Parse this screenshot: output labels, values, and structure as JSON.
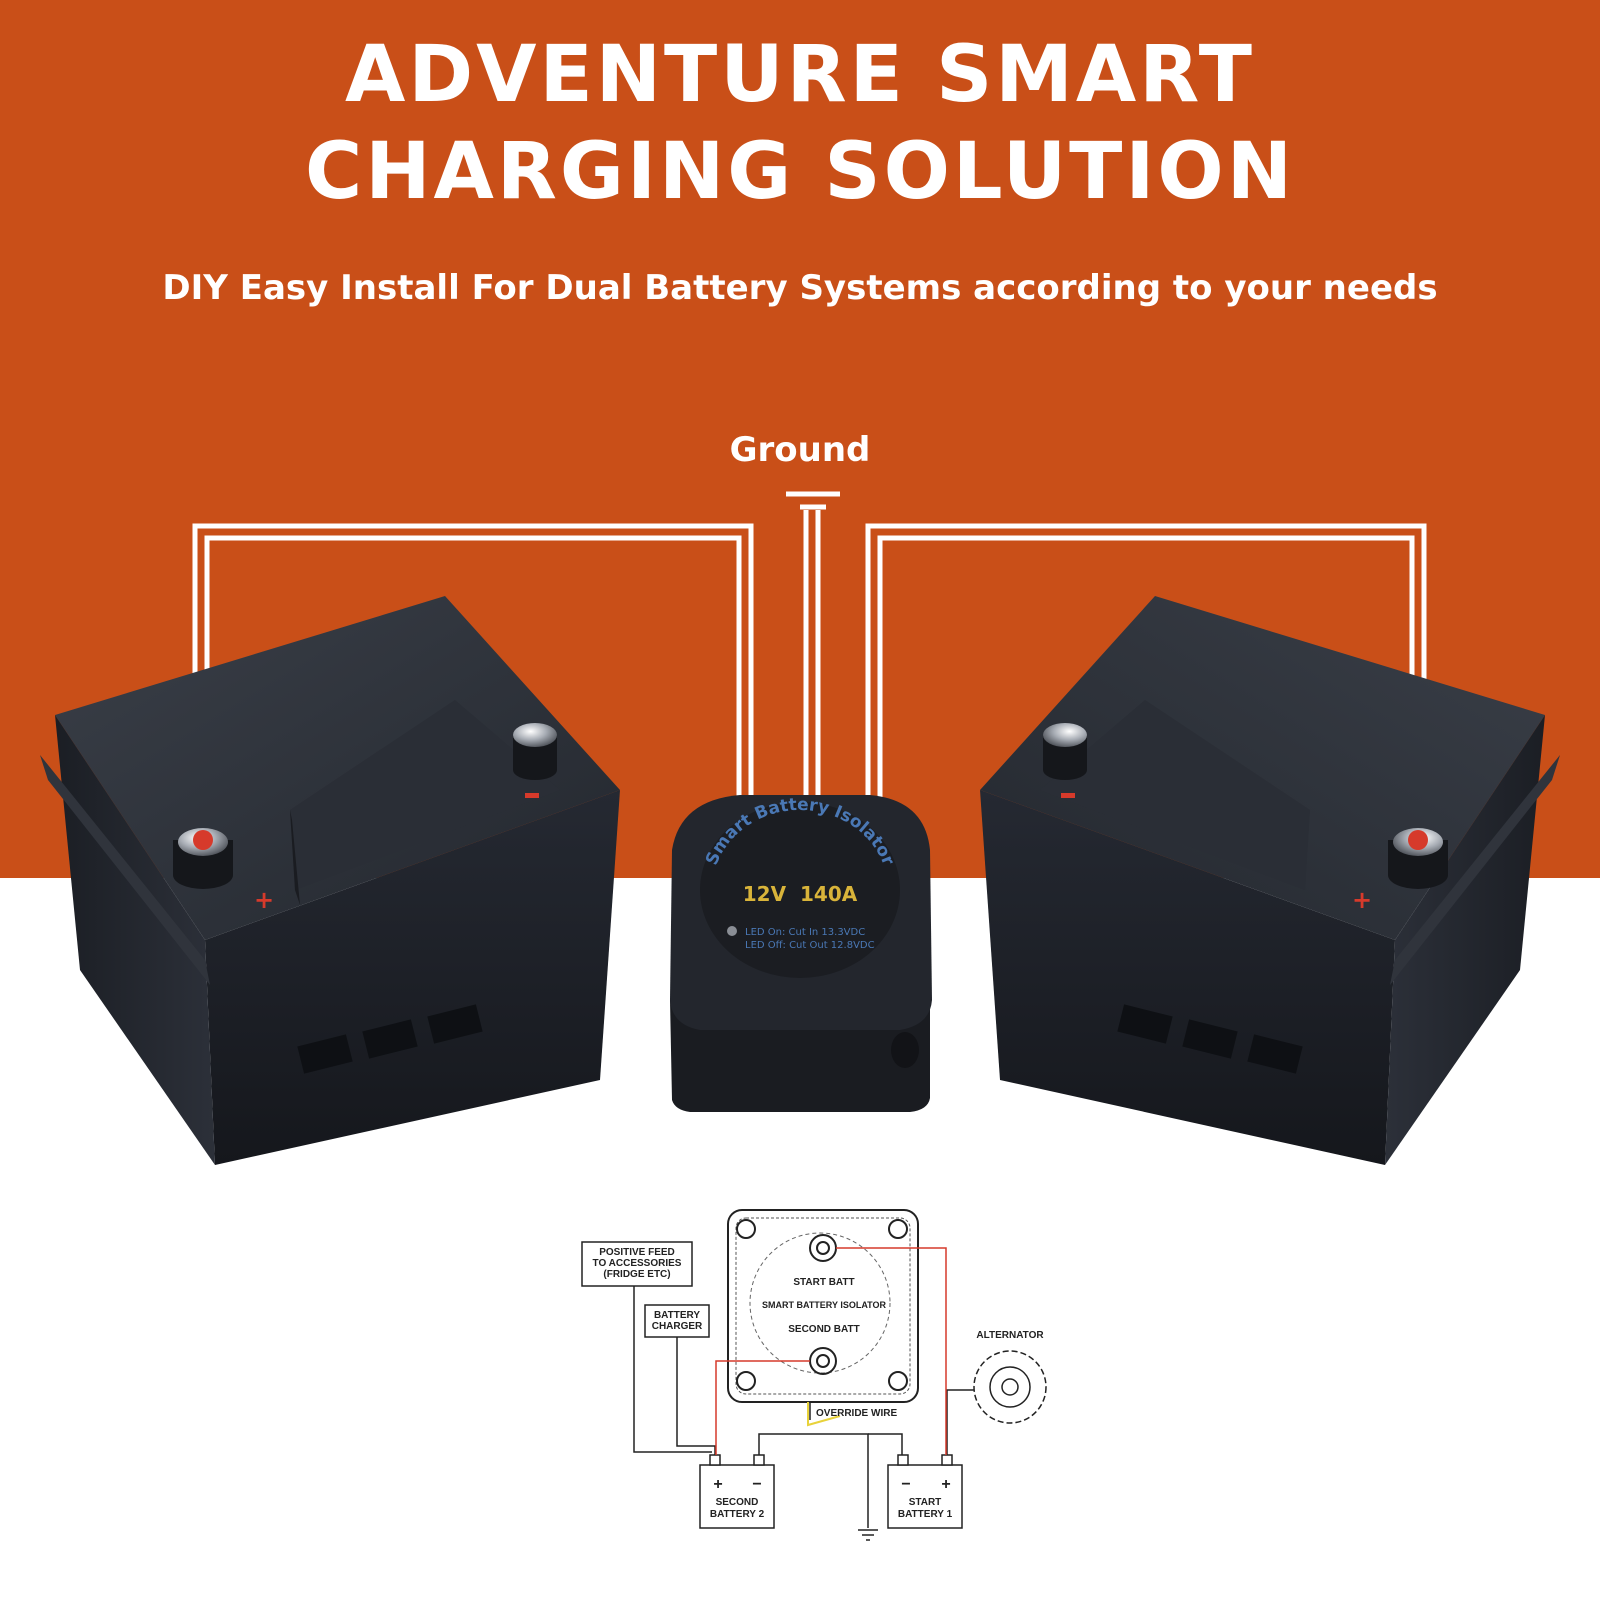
{
  "header": {
    "title_line1": "ADVENTURE SMART",
    "title_line2": "CHARGING SOLUTION",
    "subtitle": "DIY Easy Install For Dual Battery Systems according to your needs"
  },
  "wiring": {
    "ground_label": "Ground"
  },
  "isolator": {
    "arc_text": "Smart Battery Isolator",
    "rating": "12V  140A",
    "led_on": "LED On: Cut In 13.3VDC",
    "led_off": "LED Off: Cut Out 12.8VDC"
  },
  "batteries": {
    "terminal_plus": "+",
    "terminal_minus": "−"
  },
  "diagram": {
    "positive_feed": [
      "POSITIVE FEED",
      "TO ACCESSORIES",
      "(FRIDGE ETC)"
    ],
    "battery_charger": [
      "BATTERY",
      "CHARGER"
    ],
    "start_batt": "START BATT",
    "smart_isolator": "SMART BATTERY ISOLATOR",
    "second_batt": "SECOND BATT",
    "alternator": "ALTERNATOR",
    "override_wire": "OVERRIDE WIRE",
    "second_battery": [
      "SECOND",
      "BATTERY 2"
    ],
    "start_battery": [
      "START",
      "BATTERY 1"
    ]
  },
  "colors": {
    "brand_orange": "#C94F18",
    "battery_body": "#1c1f26",
    "wire_red": "#d63a2b",
    "override_yellow": "#e8d23a",
    "isolator_text_blue": "#4a78b5",
    "isolator_text_gold": "#d9b43a"
  },
  "icons": [
    "ground-symbol-icon",
    "plus-icon",
    "minus-icon",
    "alternator-icon"
  ]
}
